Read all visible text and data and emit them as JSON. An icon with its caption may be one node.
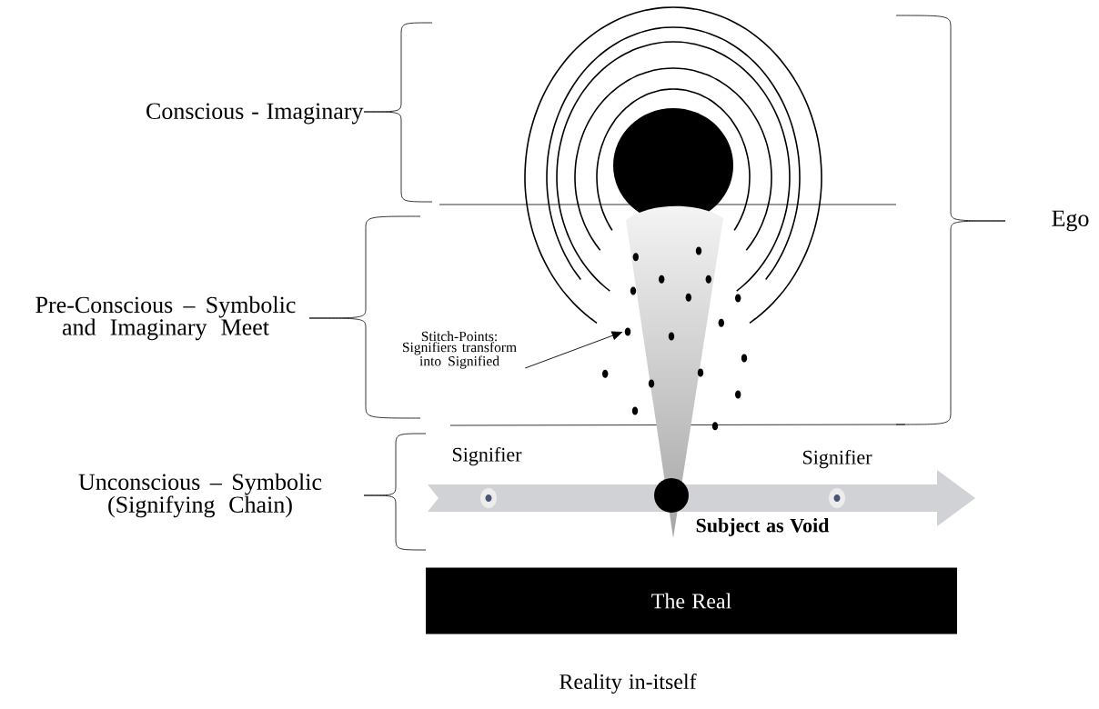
{
  "diagram": {
    "nodes": [
      {
        "text": [
          "Conscious - Imaginary"
        ]
      },
      {
        "text": [
          "Pre-Conscious – Symbolic and Imaginary Meet"
        ]
      },
      {
        "text": [
          "Unconscious – Symbolic (Signifying Chain)"
        ]
      },
      {
        "text": [
          "Ego"
        ]
      },
      {
        "text": [
          "Stitch-Points: Signifiers transform into Signified"
        ]
      },
      {
        "text": [],
        "shape": "circle"
      },
      {
        "text": [
          "The Real"
        ]
      }
    ],
    "edges": [
      {
        "from": 4,
        "to": 5,
        "arrow": "to"
      }
    ],
    "labels": [
      "Signifier",
      "Signifier",
      "Subject as Void",
      "Reality in-itself"
    ]
  }
}
